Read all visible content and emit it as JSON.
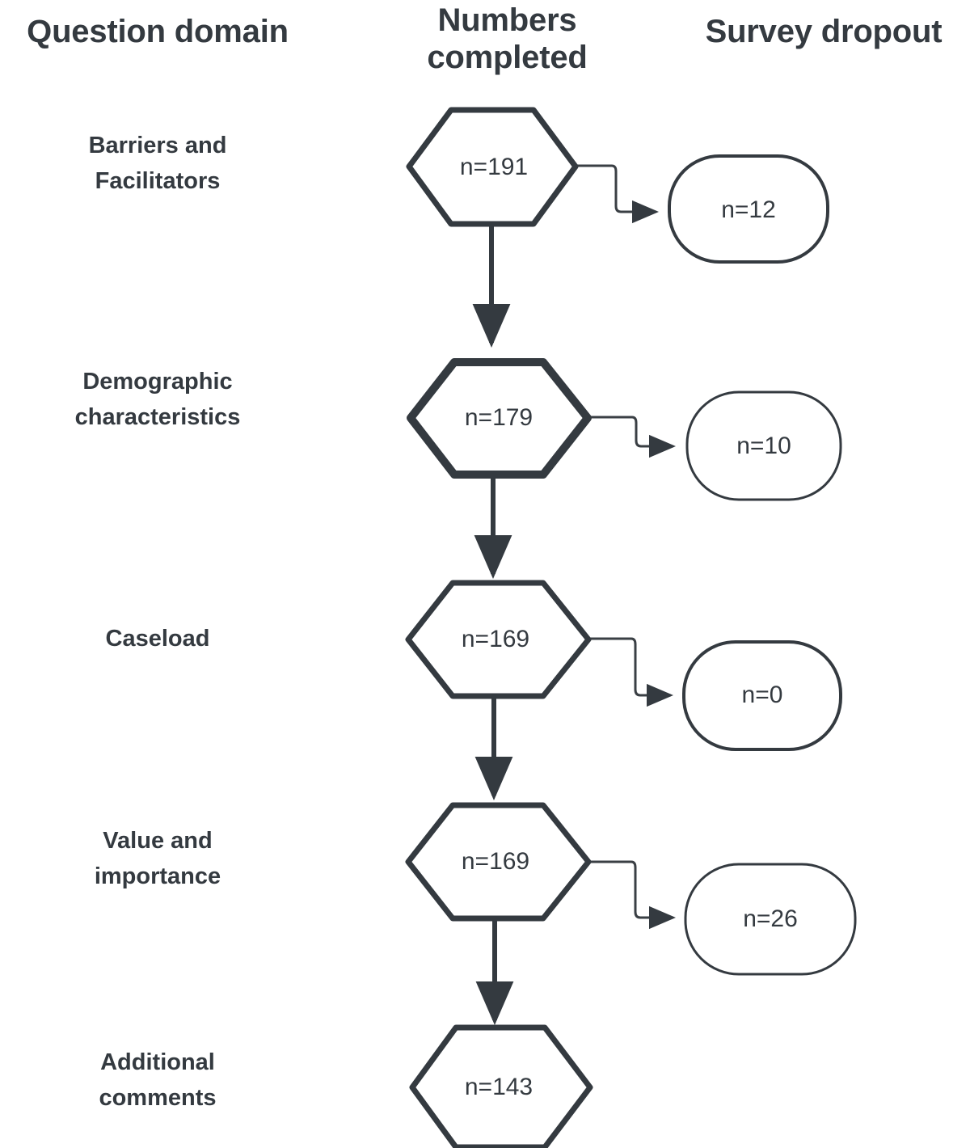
{
  "headers": {
    "domain": "Question domain",
    "numbers": "Numbers completed",
    "numbers_line1": "Numbers",
    "numbers_line2": "completed",
    "dropout": "Survey dropout"
  },
  "colors": {
    "stroke": "#343a40",
    "line": "#3a3f44",
    "node_fill": "#ffffff",
    "text": "#343a40",
    "background": "#ffffff"
  },
  "chart_data": {
    "type": "diagram",
    "title": "Survey completion and dropout flow by question domain",
    "columns": [
      "Question domain",
      "Numbers completed",
      "Survey dropout"
    ],
    "rows": [
      {
        "domain_line1": "Barriers and",
        "domain_line2": "Facilitators",
        "domain": "Barriers and Facilitators",
        "completed": "n=191",
        "completed_value": 191,
        "dropout": "n=12",
        "dropout_value": 12,
        "has_dropout": true,
        "emphasis": false
      },
      {
        "domain_line1": "Demographic",
        "domain_line2": "characteristics",
        "domain": "Demographic characteristics",
        "completed": "n=179",
        "completed_value": 179,
        "dropout": "n=10",
        "dropout_value": 10,
        "has_dropout": true,
        "emphasis": true
      },
      {
        "domain_line1": "Caseload",
        "domain_line2": "",
        "domain": "Caseload",
        "completed": "n=169",
        "completed_value": 169,
        "dropout": "n=0",
        "dropout_value": 0,
        "has_dropout": true,
        "emphasis": false
      },
      {
        "domain_line1": "Value and",
        "domain_line2": "importance",
        "domain": "Value and importance",
        "completed": "n=169",
        "completed_value": 169,
        "dropout": "n=26",
        "dropout_value": 26,
        "has_dropout": true,
        "emphasis": false
      },
      {
        "domain_line1": "Additional",
        "domain_line2": "comments",
        "domain": "Additional comments",
        "completed": "n=143",
        "completed_value": 143,
        "dropout": "",
        "dropout_value": null,
        "has_dropout": false,
        "emphasis": false
      }
    ]
  }
}
